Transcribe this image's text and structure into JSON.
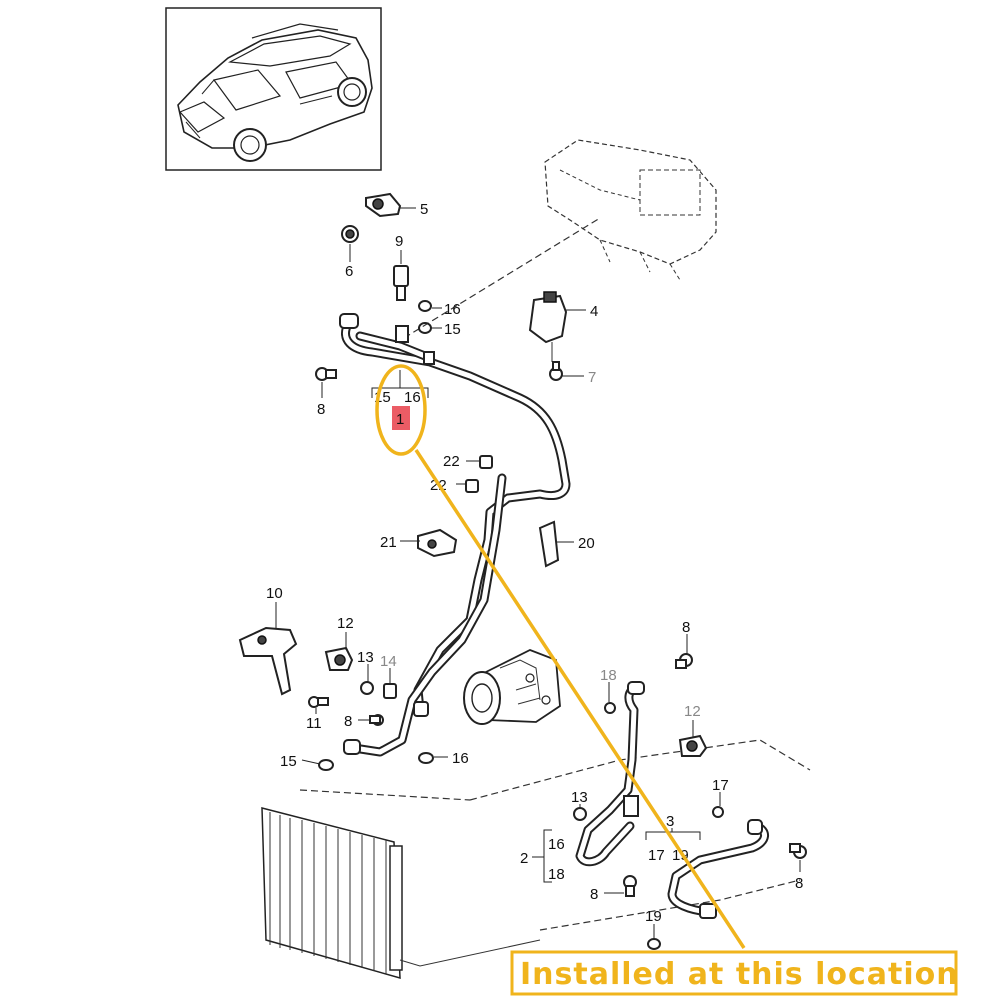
{
  "callouts": {
    "c1": "1",
    "c2": "2",
    "c3": "3",
    "c4": "4",
    "c5": "5",
    "c6": "6",
    "c7": "7",
    "c8a": "8",
    "c8b": "8",
    "c8c": "8",
    "c8d": "8",
    "c8e": "8",
    "c9": "9",
    "c10": "10",
    "c11": "11",
    "c12a": "12",
    "c12b": "12",
    "c13a": "13",
    "c13b": "13",
    "c14": "14",
    "c15a": "15",
    "c15b": "15",
    "c15c": "15",
    "c16a": "16",
    "c16b": "16",
    "c16c": "16",
    "c16d": "16",
    "c17a": "17",
    "c17b": "17",
    "c18a": "18",
    "c18b": "18",
    "c19a": "19",
    "c19b": "19",
    "c20": "20",
    "c21": "21",
    "c22a": "22",
    "c22b": "22"
  },
  "annotation": {
    "text": "Installed at this location",
    "highlight_color": "#f0b41c",
    "marker_color": "#e8404a"
  },
  "icons": {
    "vehicle": "suv-vehicle-icon"
  }
}
